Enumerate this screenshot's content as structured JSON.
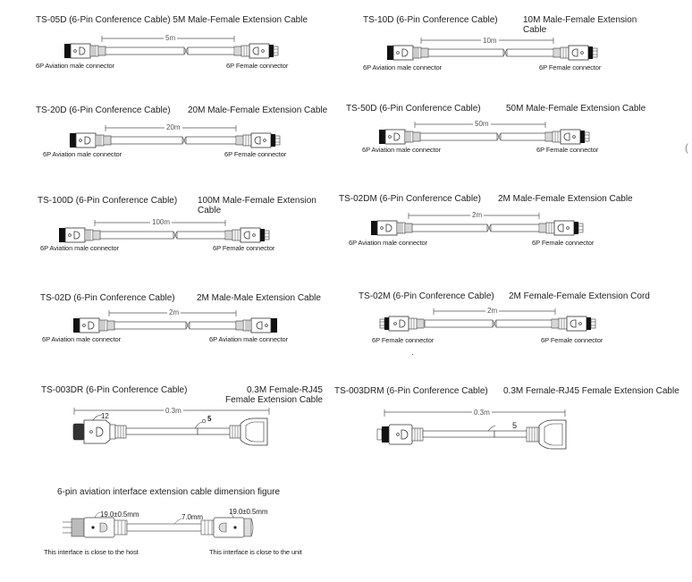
{
  "diagrams": [
    {
      "model": "TS-05D (6-Pin Conference Cable) 5M Male-Female Extension Cable",
      "desc": "",
      "length": "5m",
      "left_label": "6P Aviation male connector",
      "right_label": "6P Female connector"
    },
    {
      "model": "TS-10D (6-Pin Conference Cable)",
      "desc": "10M Male-Female Extension Cable",
      "length": "10m",
      "left_label": "6P Aviation male connector",
      "right_label": "6P Female connector"
    },
    {
      "model": "TS-20D (6-Pin Conference Cable)",
      "desc": "20M Male-Female Extension Cable",
      "length": "20m",
      "left_label": "6P Aviation male connector",
      "right_label": "6P Female connector"
    },
    {
      "model": "TS-50D (6-Pin Conference Cable)",
      "desc": "50M Male-Female Extension Cable",
      "length": "50m",
      "left_label": "6P Aviation male connector",
      "right_label": "6P Female connector"
    },
    {
      "model": "TS-100D (6-Pin Conference Cable)",
      "desc": "100M Male-Female Extension Cable",
      "length": "100m",
      "left_label": "6P Aviation male connector",
      "right_label": "6P Female connector"
    },
    {
      "model": "TS-02DM (6-Pin Conference Cable)",
      "desc": "2M Male-Female Extension Cable",
      "length": "2m",
      "left_label": "6P Aviation male connector",
      "right_label": "6P Female connector"
    },
    {
      "model": "TS-02D (6-Pin Conference Cable)",
      "desc": "2M Male-Male Extension Cable",
      "length": "2m",
      "left_label": "6P Aviation male connector",
      "right_label": "6P Aviation male connector"
    },
    {
      "model": "TS-02M (6-Pin Conference Cable)",
      "desc": "2M Female-Female Extension Cord",
      "length": "2m",
      "left_label": "6P Female connector",
      "right_label": "6P Female connector"
    },
    {
      "model": "TS-003DR (6-Pin Conference Cable)",
      "desc": "0.3M Female-RJ45 Female Extension Cable",
      "length": "0.3m",
      "callout_a": "12",
      "callout_b": "5"
    },
    {
      "model": "TS-003DRM (6-Pin Conference Cable)",
      "desc": "0.3M Female-RJ45 Female Extension Cable",
      "length": "0.3m",
      "callout_b": "5"
    }
  ],
  "dimension_figure": {
    "title": "6-pin aviation interface extension cable dimension figure",
    "left_dim": "19.0±0.5mm",
    "cable_dim": "7.0mm",
    "right_dim": "19.0±0.5mm",
    "left_note": "This interface is close to the host",
    "right_note": "This interface is close to the unit"
  }
}
